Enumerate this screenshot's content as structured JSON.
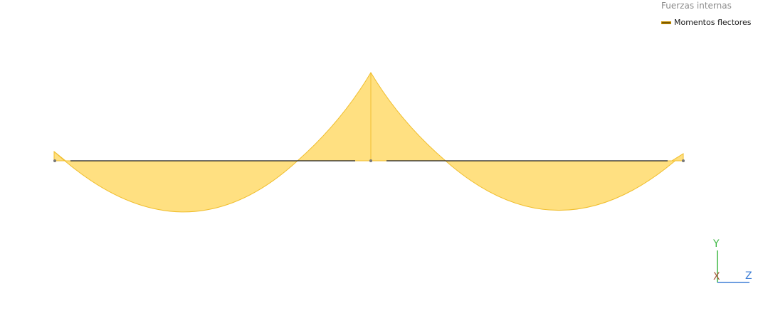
{
  "legend": {
    "title": "Fuerzas internas",
    "item_label": "Momentos flectores"
  },
  "diagram": {
    "fill_color": "#FFDE7A",
    "stroke_color": "#F0BE2E",
    "beam_color": "#1a1a1a",
    "node_color": "#777777"
  },
  "axes": {
    "y_label": "Y",
    "x_label": "X",
    "z_label": "Z",
    "y_color": "#3db843",
    "x_color": "#a65a3c",
    "z_color": "#3f7fd6"
  }
}
